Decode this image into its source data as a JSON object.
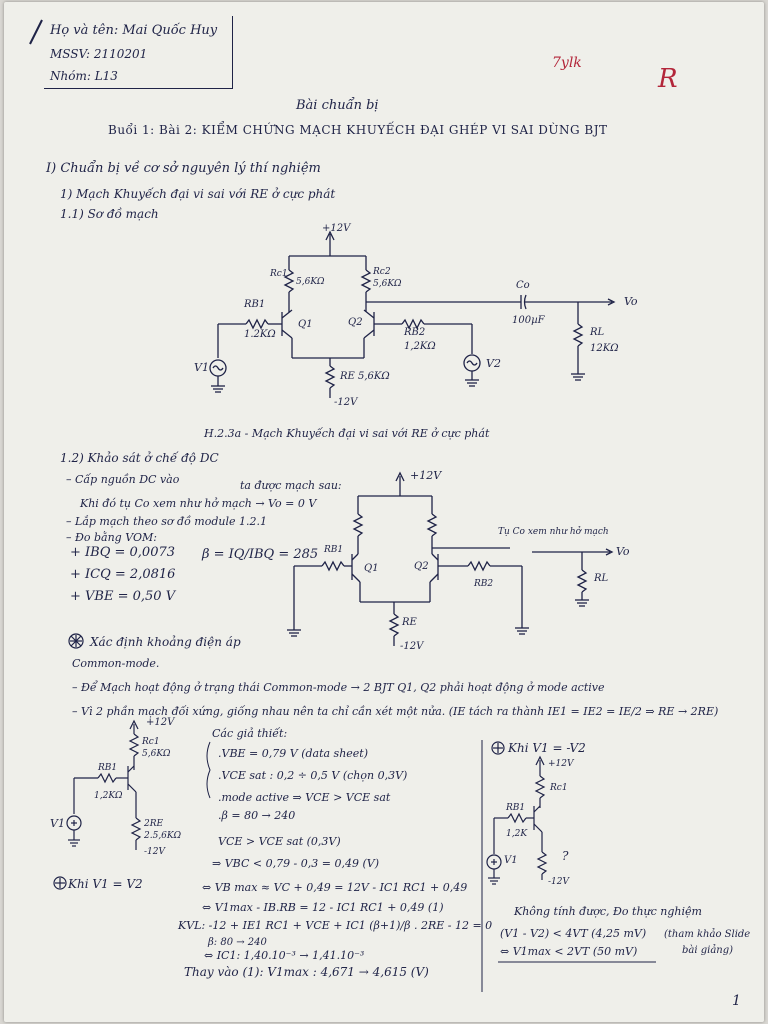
{
  "header": {
    "name_line": "Họ và tên: Mai Quốc Huy",
    "mssv_line": "MSSV: 2110201",
    "group_line": "Nhóm: L13",
    "grade": "7ylk",
    "mark": "R"
  },
  "title": {
    "heading": "Bài chuẩn bị",
    "subtitle": "Buổi 1: Bài 2: KIỂM CHỨNG MẠCH KHUYẾCH ĐẠI GHÉP VI SAI DÙNG BJT"
  },
  "section1": {
    "heading": "I) Chuẩn bị về cơ sở nguyên lý thí nghiệm",
    "sub1": "1) Mạch Khuyếch đại vi sai với RE ở cực phát",
    "sub11": "1.1) Sơ đồ mạch"
  },
  "circuit1": {
    "vcc": "+12V",
    "vee": "-12V",
    "rc1": "Rc1",
    "rc1_val": "5,6KΩ",
    "rc2": "Rc2",
    "rc2_val": "5,6KΩ",
    "rb1": "RB1",
    "rb1_val": "1.2KΩ",
    "rb2": "RB2",
    "rb2_val": "1,2KΩ",
    "q1": "Q1",
    "q2": "Q2",
    "re": "RE 5,6KΩ",
    "co": "Co",
    "co_val": "100µF",
    "rl": "RL",
    "rl_val": "12KΩ",
    "v1": "V1",
    "v2": "V2",
    "vo": "Vo",
    "caption": "H.2.3a - Mạch Khuyếch đại vi sai với RE ở cực phát"
  },
  "section12": {
    "heading": "1.2) Khảo sát ở chế độ DC",
    "line1": "– Cấp nguồn DC vào",
    "line1b": "ta được mạch sau:",
    "line2": "Khi đó tụ Co xem như hở mạch → Vo = 0 V",
    "line3": "– Lắp mạch theo sơ đồ module 1.2.1",
    "line4": "– Đo bằng VOM:",
    "ibq": "+ IBQ = 0,0073",
    "icq": "+ ICQ = 2,0816",
    "vbe": "+ VBE = 0,50 V",
    "beta": "β = IQ/IBQ = 285"
  },
  "circuit2": {
    "vcc": "+12V",
    "vee": "-12V",
    "rb1": "RB1",
    "rb2": "RB2",
    "q1": "Q1",
    "q2": "Q2",
    "re": "RE",
    "rl": "RL",
    "vo": "Vo",
    "note": "Tụ Co xem như hở mạch"
  },
  "section_cm": {
    "heading": "Xác định khoảng điện áp",
    "heading2": "Common-mode.",
    "line1": "– Để Mạch hoạt động ở trạng thái Common-mode → 2 BJT Q1, Q2 phải hoạt động ở mode active",
    "line2": "– Vì 2 phần mạch đối xứng, giống nhau nên ta chỉ cần xét một nửa. (IE tách ra thành IE1 = IE2 = IE/2 ⇒ RE → 2RE)"
  },
  "half_circuit": {
    "vcc": "+12V",
    "rc1": "Rc1",
    "rc1_val": "5,6KΩ",
    "rb1": "RB1",
    "rb1_val": "1,2KΩ",
    "re2": "2RE",
    "re2_val": "2.5,6KΩ",
    "vee": "-12V",
    "v1": "V1"
  },
  "assumptions": {
    "title": "Các giả thiết:",
    "a1": ".VBE = 0,79 V (data sheet)",
    "a2": ".VCE sat : 0,2 ÷ 0,5 V (chọn 0,3V)",
    "a3": ".mode active ⇒ VCE > VCE sat",
    "a4": ".β = 80 → 240"
  },
  "derivation": {
    "case": "Khi V1 = V2",
    "d1": "VCE > VCE sat (0,3V)",
    "d2": "⇒ VBC < 0,79 - 0,3 = 0,49 (V)",
    "d3": "⇔ VB max ≈ VC + 0,49 = 12V - IC1 RC1 + 0,49",
    "d4": "⇔ V1max - IB.RB = 12 - IC1 RC1 + 0,49 (1)",
    "d5": "KVL: -12 + IE1 RC1 + VCE + IC1 (β+1)/β . 2RE - 12 = 0",
    "d6": "β: 80 → 240",
    "d7": "⇔ IC1: 1,40.10⁻³ → 1,41.10⁻³",
    "d8": "Thay vào (1): V1max : 4,671 → 4,615 (V)"
  },
  "right_case": {
    "case": "Khi V1 = -V2",
    "vcc": "+12V",
    "rc1": "Rc1",
    "rb1": "RB1",
    "rb1_val": "1,2K",
    "v1": "V1",
    "vee": "-12V",
    "q": "?",
    "n1": "Không tính được, Đo thực nghiệm",
    "n2": "(V1 - V2) < 4VT (4,25 mV)",
    "n3": "(tham khảo Slide",
    "n4": "bài giảng)",
    "n5": "⇔ V1max < 2VT (50 mV)"
  },
  "page_number": "1"
}
